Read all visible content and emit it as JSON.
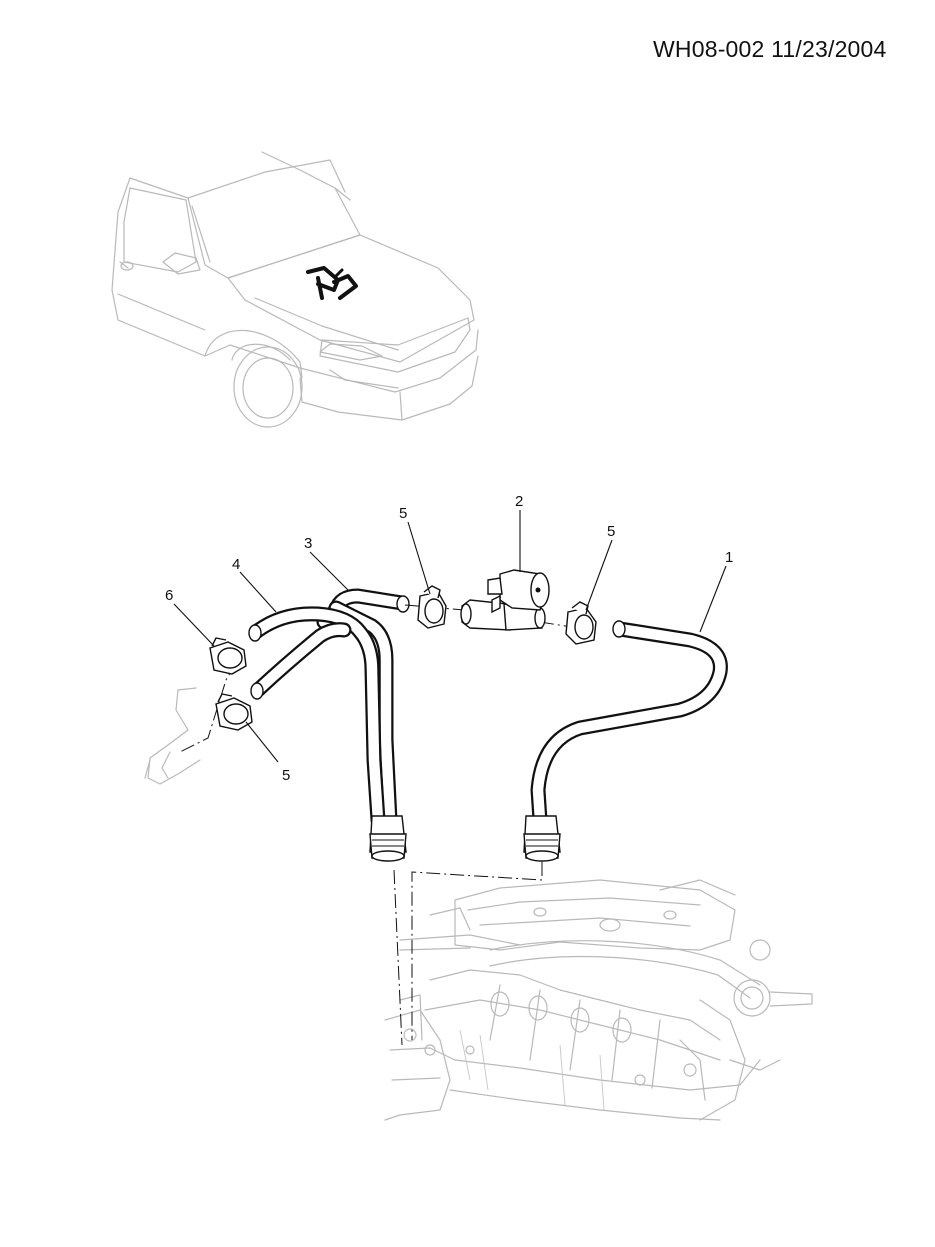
{
  "header": {
    "code": "WH08-002 11/23/2004"
  },
  "callouts": [
    {
      "id": "1",
      "text": "1"
    },
    {
      "id": "2",
      "text": "2"
    },
    {
      "id": "3",
      "text": "3"
    },
    {
      "id": "4",
      "text": "4"
    },
    {
      "id": "5a",
      "text": "5"
    },
    {
      "id": "5b",
      "text": "5"
    },
    {
      "id": "5c",
      "text": "5"
    },
    {
      "id": "6",
      "text": "6"
    }
  ],
  "icons": [
    "vehicle-location-icon",
    "engine-outline-icon",
    "heater-valve-icon",
    "hose-clamp-icon"
  ],
  "colors": {
    "line": "#111111",
    "ghost": "#b9b9b9",
    "background": "#ffffff"
  }
}
